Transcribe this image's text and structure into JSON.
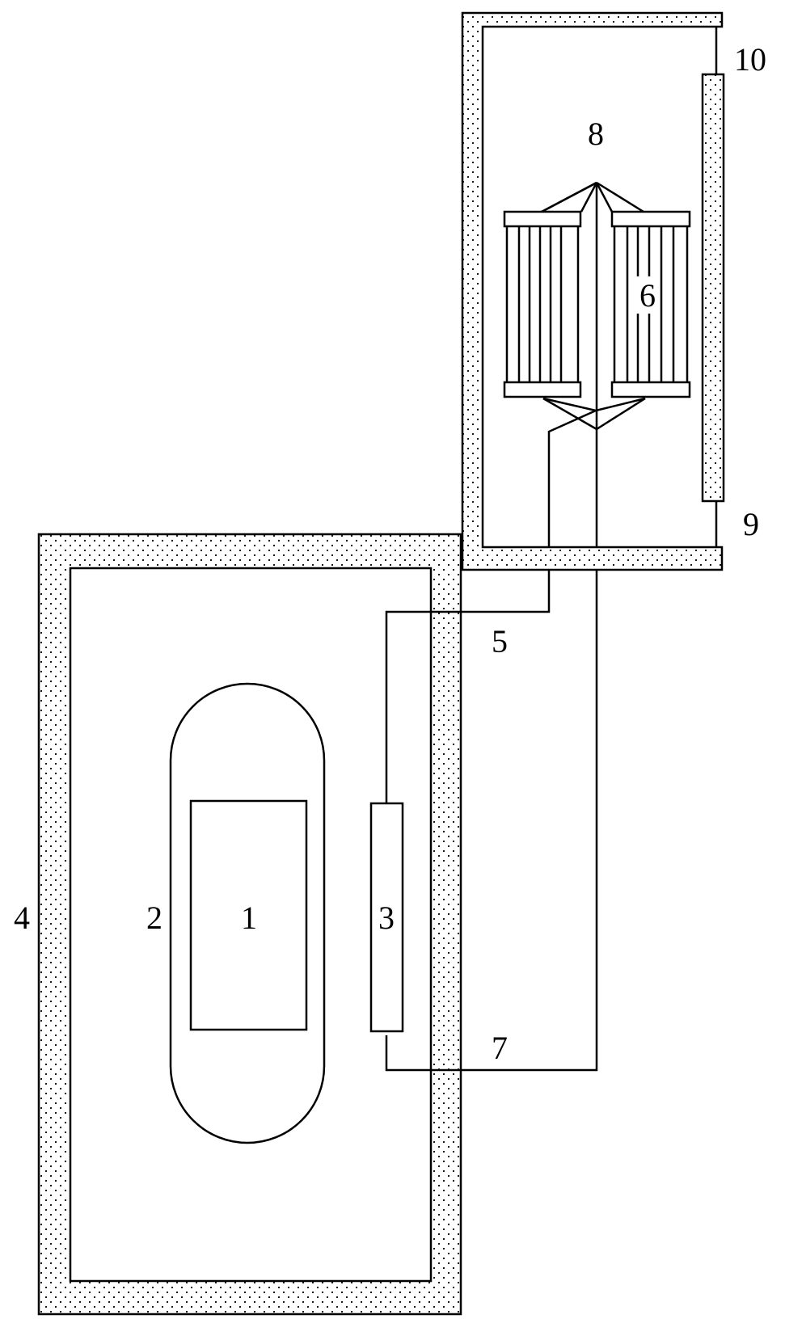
{
  "colors": {
    "line": "#000000",
    "background": "#ffffff",
    "insulation_dots": "#000000"
  },
  "labels": {
    "l1": "1",
    "l2": "2",
    "l3": "3",
    "l4": "4",
    "l5": "5",
    "l6": "6",
    "l7": "7",
    "l8": "8",
    "l9": "9",
    "l10": "10"
  }
}
